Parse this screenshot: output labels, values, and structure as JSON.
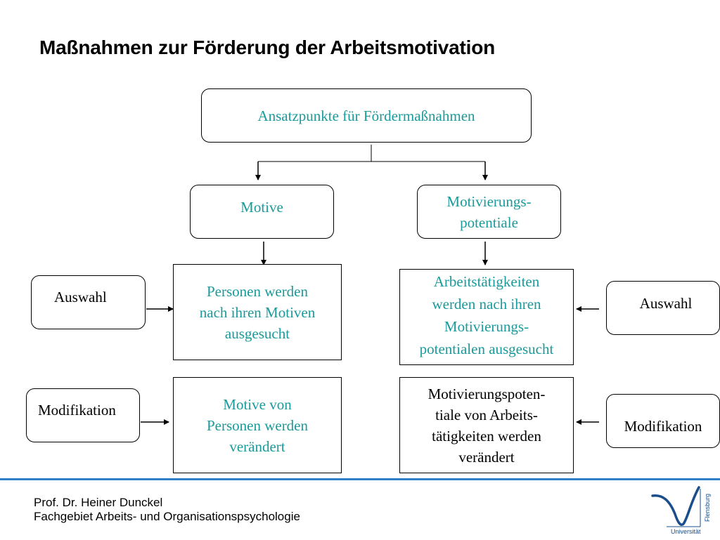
{
  "title": "Maßnahmen zur Förderung der Arbeitsmotivation",
  "diagram": {
    "root": "Ansatzpunkte für Fördermaßnahmen",
    "left": {
      "category": "Motive",
      "selection": [
        "Personen werden",
        "nach ihren Motiven",
        "ausgesucht"
      ],
      "modification": [
        "Motive von",
        "Personen werden",
        "verändert"
      ],
      "side_selection": "Auswahl",
      "side_modification": "Modifikation"
    },
    "right": {
      "category": [
        "Motivierungs-",
        "potentiale"
      ],
      "selection": [
        "Arbeitstätigkeiten",
        "werden nach ihren",
        "Motivierungs-",
        "potentialen ausgesucht"
      ],
      "modification": [
        "Motivierungspoten-",
        "tiale von Arbeits-",
        "tätigkeiten werden",
        "verändert"
      ],
      "side_selection": "Auswahl",
      "side_modification": "Modifikation"
    }
  },
  "footer": {
    "author": "Prof. Dr. Heiner Dunckel",
    "department": "Fachgebiet Arbeits- und Organisationspsychologie"
  },
  "logo": {
    "text_top": "Flensburg",
    "text_bottom": "Universität"
  },
  "colors": {
    "accent_text": "#1a9a9a",
    "rule": "#2d7fc7",
    "logo": "#1a4d8c"
  }
}
